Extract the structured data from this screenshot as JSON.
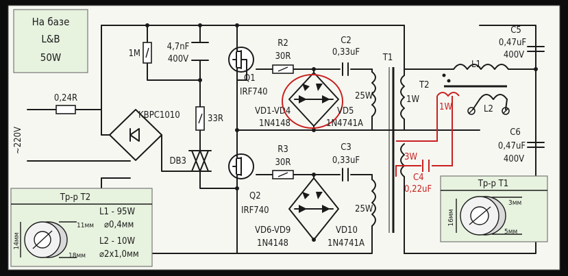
{
  "title_box": {
    "line1": "На базе",
    "line2": "L&B",
    "line3": "50W"
  },
  "labels": {
    "r_in": "0,24R",
    "mains": "~220V",
    "bridge": "KBPC1010",
    "r1m": "1M",
    "c1_value": "4,7nF",
    "c1_voltage": "400V",
    "r33": "33R",
    "db3": "DB3",
    "q1": "Q1",
    "q1_type": "IRF740",
    "q2": "Q2",
    "q2_type": "IRF740",
    "r2": "R2",
    "r2_value": "30R",
    "r3": "R3",
    "r3_value": "30R",
    "c2": "C2",
    "c2_value": "0,33uF",
    "c3": "C3",
    "c3_value": "0,33uF",
    "vd1": "VD1-VD4",
    "vd1_type": "1N4148",
    "vd5": "VD5",
    "vd5_type": "1N4741A",
    "vd6": "VD6-VD9",
    "vd6_type": "1N4148",
    "vd10": "VD10",
    "vd10_type": "1N4741A",
    "w25_top": "25W",
    "w25_bot": "25W",
    "t1": "T1",
    "w1": "1W",
    "t2": "T2",
    "w1_red": "1W",
    "w3_red": "3W",
    "c4": "C4",
    "c4_value": "0,22uF",
    "l1": "L1",
    "l2": "L2",
    "c5": "C5",
    "c5_value": "0,47uF",
    "c5_voltage": "400V",
    "c6": "C6",
    "c6_value": "0,47uF",
    "c6_voltage": "400V"
  },
  "t2_box": {
    "title": "Тр-р T2",
    "l1": "L1 - 95W",
    "l1_wire": "⌀0,4мм",
    "l2": "L2 - 10W",
    "l2_wire": "⌀2x1,0мм",
    "dim_h": "11мм",
    "dim_d": "18мм",
    "dim_w": "14мм"
  },
  "t1_box": {
    "title": "Тр-р T1",
    "dim_h": "3мм",
    "dim_d": "5мм",
    "dim_w": "16мм"
  },
  "colors": {
    "panel": "#f7f7f2",
    "note_bg": "#e7f2df",
    "wire": "#1a1a1a",
    "highlight": "#c8201e"
  }
}
